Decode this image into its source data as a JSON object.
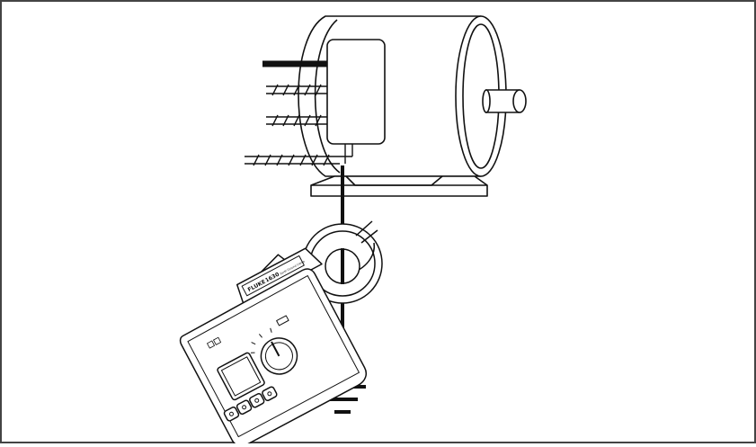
{
  "figure": {
    "subject": "ground-resistance-clamp-meter-measuring-motor-ground",
    "meter": {
      "brand": "FLUKE",
      "model": "1630",
      "model_caption": "Earth Ground Clamp"
    },
    "colors": {
      "stroke": "#111111",
      "fill": "#ffffff",
      "frame": "#444444"
    }
  }
}
